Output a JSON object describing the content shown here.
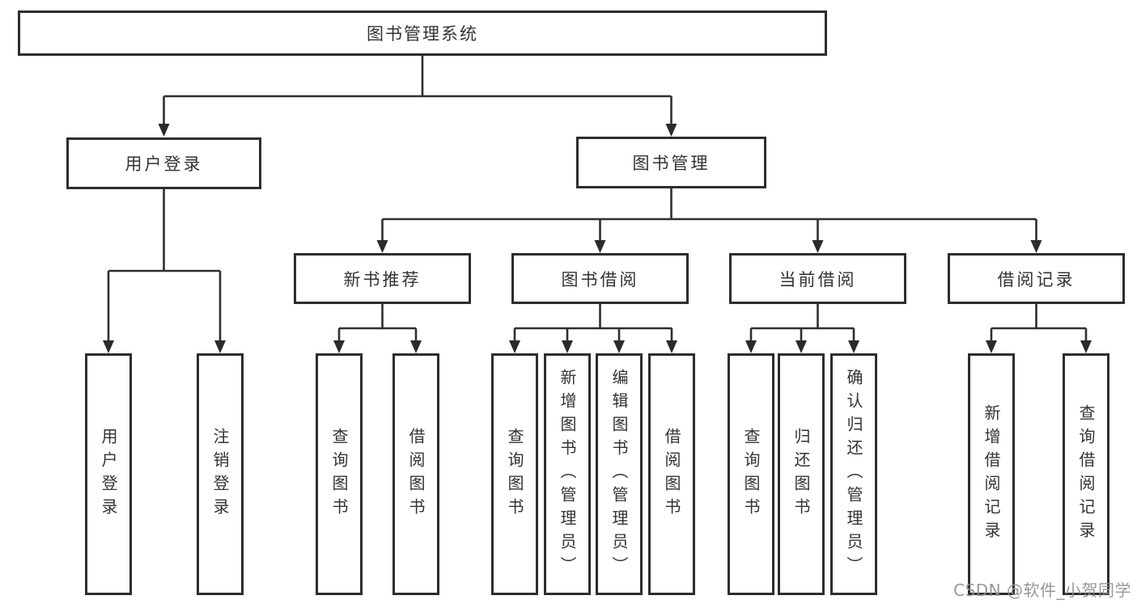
{
  "diagram": {
    "root": {
      "label": "图书管理系统"
    },
    "level2": [
      {
        "label": "用户登录"
      },
      {
        "label": "图书管理"
      }
    ],
    "level3": [
      {
        "label": "新书推荐"
      },
      {
        "label": "图书借阅"
      },
      {
        "label": "当前借阅"
      },
      {
        "label": "借阅记录"
      }
    ],
    "leaves": [
      {
        "label": "用户登录"
      },
      {
        "label": "注销登录"
      },
      {
        "label": "查询图书"
      },
      {
        "label": "借阅图书"
      },
      {
        "label": "查询图书"
      },
      {
        "label": "新增图书（管理员）"
      },
      {
        "label": "编辑图书（管理员）"
      },
      {
        "label": "借阅图书"
      },
      {
        "label": "查询图书"
      },
      {
        "label": "归还图书"
      },
      {
        "label": "确认归还（管理员）"
      },
      {
        "label": "新增借阅记录"
      },
      {
        "label": "查询借阅记录"
      }
    ]
  },
  "watermark": {
    "text": "CSDN @软件_小贺同学"
  },
  "colors": {
    "line": "#2f2f2f",
    "border": "#2d2d2d",
    "text": "#333333",
    "watermark": "#8c8f94"
  }
}
